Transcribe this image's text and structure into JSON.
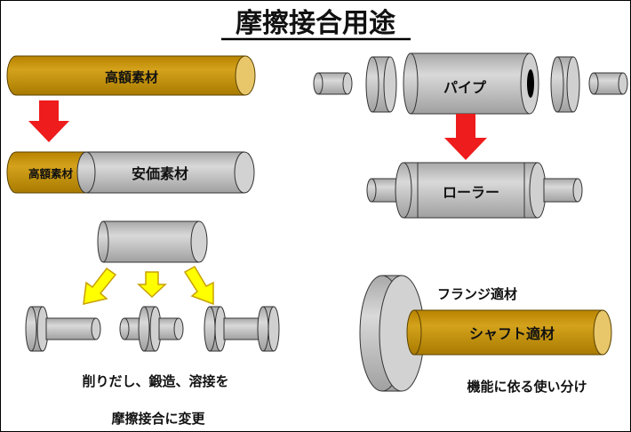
{
  "title": "摩擦接合用途",
  "left_top": {
    "expensive_bar_label": "高額素材",
    "joined_expensive_label": "高額素材",
    "joined_cheap_label": "安価素材"
  },
  "right_top": {
    "pipe_label": "パイプ",
    "roller_label": "ローラー"
  },
  "left_bottom": {
    "caption_line1": "削りだし、鍛造、溶接を",
    "caption_line2": "摩擦接合に変更"
  },
  "right_bottom": {
    "flange_label": "フランジ適材",
    "shaft_label": "シャフト適材",
    "caption": "機能に依る使い分け"
  },
  "colors": {
    "gold": "#C9960C",
    "gold_end": "#E8C66A",
    "gray": "#BFBFBF",
    "gray_dark": "#9A9A9A",
    "red_arrow": "#EE1C1C",
    "yellow_arrow": "#FFFF00",
    "yellow_arrow_outline": "#C8A000"
  }
}
